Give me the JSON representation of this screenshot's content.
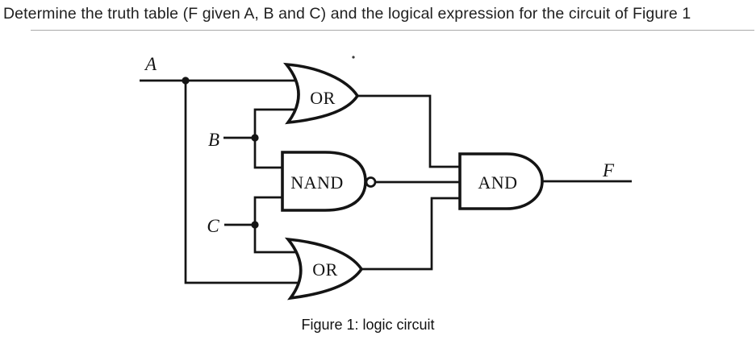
{
  "header": {
    "title": "Determine the truth table (F given A, B and C) and the logical expression for the circuit of Figure 1"
  },
  "figure": {
    "caption": "Figure 1: logic circuit",
    "inputs": {
      "a": "A",
      "b": "B",
      "c": "C"
    },
    "output": {
      "f": "F"
    },
    "gates": {
      "or_top": "OR",
      "nand": "NAND",
      "or_bottom": "OR",
      "and": "AND"
    },
    "topology": [
      "A and B feed top OR gate",
      "B and C feed NAND gate",
      "C and A feed bottom OR gate",
      "Top OR, NAND and bottom OR outputs feed AND gate",
      "AND gate output is F"
    ]
  },
  "colors": {
    "ink": "#141414",
    "divider": "#a9a9a9",
    "background": "#ffffff"
  }
}
